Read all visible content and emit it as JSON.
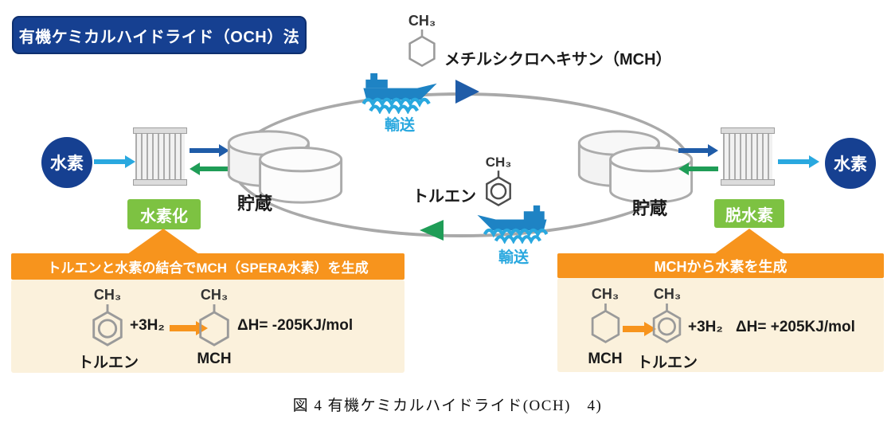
{
  "title": "有機ケミカルハイドライド（OCH）法",
  "caption": "図 4 有機ケミカルハイドライド(OCH)　4)",
  "chem": {
    "ch3": "CH₃",
    "plus_3h2": "+3H₂",
    "toluene": "トルエン",
    "mch": "MCH",
    "mch_full": "メチルシクロヘキサン（MCH）"
  },
  "cycle": {
    "hydrogen": "水素",
    "storage": "貯蔵",
    "transport": "輸送",
    "hydrogenation": "水素化",
    "dehydrogenation": "脱水素"
  },
  "left_panel": {
    "banner": "トルエンと水素の結合でMCH（SPERA水素）を生成",
    "enthalpy": "ΔH= -205KJ/mol"
  },
  "right_panel": {
    "banner": "MCHから水素を生成",
    "enthalpy": "ΔH= +205KJ/mol"
  },
  "colors": {
    "navy": "#164091",
    "cyan": "#29A8DF",
    "blue_arrow": "#1F5CA8",
    "green_arrow": "#1F9D57",
    "green_badge": "#7DC242",
    "orange": "#F7941D",
    "cream": "#FBF1DC",
    "path_gray": "#A9A9A9"
  }
}
